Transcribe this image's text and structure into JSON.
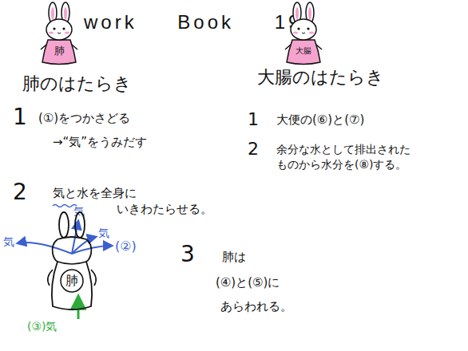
{
  "diagram": {
    "title": "work Book 19",
    "nodes": [
      {
        "text": [
          "肺"
        ]
      },
      {
        "text": [
          "大腸"
        ]
      },
      {
        "text": [
          "肺"
        ]
      }
    ],
    "labels": [
      "肺のはたらき",
      "大腸のはたらき",
      "1",
      "(①)をつかさどる",
      "→“気”をうみだす",
      "2",
      "気と水を全身に いきわたらせる。",
      "気",
      "気",
      "気",
      "(②)",
      "(③)気",
      "3",
      "肺は",
      "(④)と(⑤)に",
      "あらわれる。",
      "1",
      "大便の(⑥)と(⑦)",
      "2",
      "余分な水として排出された ものから水分を(⑧)する。"
    ]
  }
}
